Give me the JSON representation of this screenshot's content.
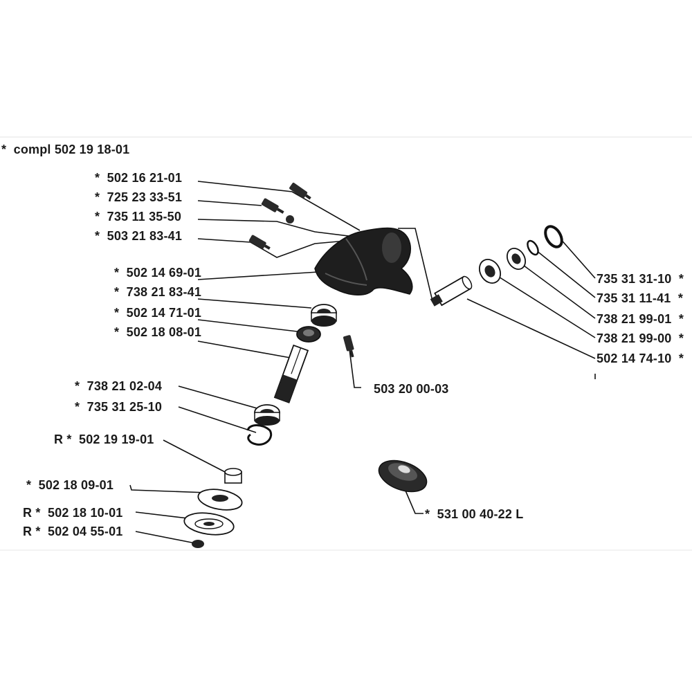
{
  "assembly_label": "*  compl 502 19 18-01",
  "left_labels": [
    "*  502 16 21-01",
    "*  725 23 33-51",
    "*  735 11 35-50",
    "*  503 21 83-41",
    "*  502 14 69-01",
    "*  738 21 83-41",
    "*  502 14 71-01",
    "*  502 18 08-01",
    "*  738 21 02-04",
    "*  735 31 25-10",
    "R *  502 19 19-01",
    "*  502 18 09-01",
    "R *  502 18 10-01",
    "R *  502 04 55-01"
  ],
  "right_labels": [
    "735 31 31-10  *",
    "735 31 11-41  *",
    "738 21 99-01  *",
    "738 21 99-00  *",
    "502 14 74-10  *"
  ],
  "center_labels": [
    "503 20 00-03",
    "*  531 00 40-22 L"
  ]
}
